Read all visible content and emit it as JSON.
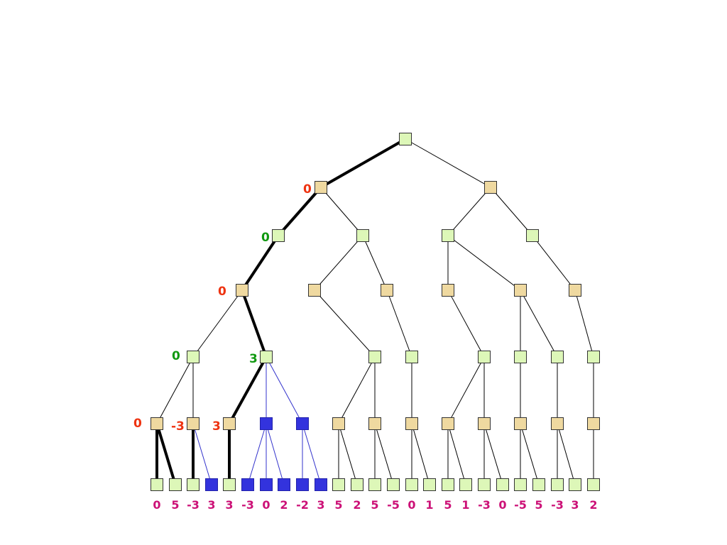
{
  "colors": {
    "max_node": "#ddf7b8",
    "min_node": "#efd9a0",
    "pruned_node": "#3333dd",
    "pruned_edge": "#3333cc",
    "min_label": "#ee3311",
    "max_label": "#119911",
    "leaf_value": "#cc1177"
  },
  "node_labels": {
    "L1a": "0",
    "L2a": "0",
    "L3a": "0",
    "L4a": "0",
    "L4b": "3",
    "L5a": "0",
    "L5b": "-3",
    "L5c": "3"
  },
  "leaf_values": [
    "0",
    "5",
    "-3",
    "3",
    "3",
    "-3",
    "0",
    "2",
    "-2",
    "3",
    "5",
    "2",
    "5",
    "-5",
    "0",
    "1",
    "5",
    "1",
    "-3",
    "0",
    "-5",
    "5",
    "-3",
    "3",
    "2"
  ]
}
